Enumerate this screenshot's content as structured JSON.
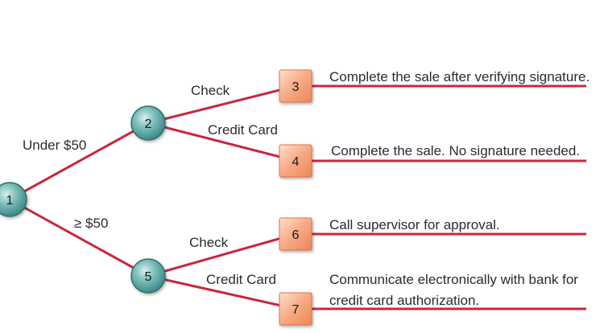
{
  "decision_tree": {
    "nodes": [
      {
        "id": "1",
        "label": "1",
        "shape": "circle"
      },
      {
        "id": "2",
        "label": "2",
        "shape": "circle"
      },
      {
        "id": "5",
        "label": "5",
        "shape": "circle"
      },
      {
        "id": "3",
        "label": "3",
        "shape": "square"
      },
      {
        "id": "4",
        "label": "4",
        "shape": "square"
      },
      {
        "id": "6",
        "label": "6",
        "shape": "square"
      },
      {
        "id": "7",
        "label": "7",
        "shape": "square"
      }
    ],
    "edges": [
      {
        "from": "1",
        "to": "2",
        "label": "Under $50"
      },
      {
        "from": "1",
        "to": "5",
        "label": "≥ $50"
      },
      {
        "from": "2",
        "to": "3",
        "label": "Check"
      },
      {
        "from": "2",
        "to": "4",
        "label": "Credit Card"
      },
      {
        "from": "5",
        "to": "6",
        "label": "Check"
      },
      {
        "from": "5",
        "to": "7",
        "label": "Credit Card"
      }
    ],
    "actions": [
      {
        "node": "3",
        "lines": [
          "Complete the sale after verifying signature."
        ]
      },
      {
        "node": "4",
        "lines": [
          "Complete the sale. No signature needed."
        ]
      },
      {
        "node": "6",
        "lines": [
          "Call supervisor for approval."
        ]
      },
      {
        "node": "7",
        "lines": [
          "Communicate electronically with bank for",
          "credit card authorization."
        ]
      }
    ]
  },
  "colors": {
    "edge": "#c8283c",
    "circle_fill": "#5aa7a3",
    "square_fill": "#f2a07a"
  }
}
